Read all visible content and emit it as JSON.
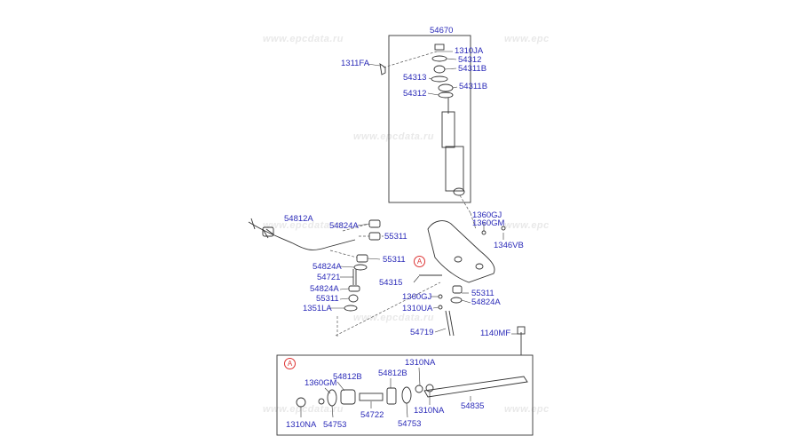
{
  "watermark": "www.epcdata.ru",
  "watermark_short": "www.epc",
  "section_marker": "A",
  "labels": {
    "p54670": "54670",
    "p1310JA": "1310JA",
    "p1311FA": "1311FA",
    "p54312a": "54312",
    "p54311Ba": "54311B",
    "p54313": "54313",
    "p54311Bb": "54311B",
    "p54312b": "54312",
    "p54812A": "54812A",
    "p54824Aa": "54824A",
    "p55311a": "55311",
    "p1360GJa": "1360GJ",
    "p1360GMa": "1360GM",
    "p1346VB": "1346VB",
    "p55311b": "55311",
    "p54824Ab": "54824A",
    "p54721": "54721",
    "p54315": "54315",
    "p54824Ac": "54824A",
    "p55311c": "55311",
    "p55311d": "55311",
    "p1351LA": "1351LA",
    "p1360GJb": "1360GJ",
    "p1310UA": "1310UA",
    "p54824Ad": "54824A",
    "p54719": "54719",
    "p1140MF": "1140MF",
    "p1310NAa": "1310NA",
    "p54812Ba": "54812B",
    "p54812Bb": "54812B",
    "p1360GMb": "1360GM",
    "p54835": "54835",
    "p54722": "54722",
    "p1310NAb": "1310NA",
    "p1310NAc": "1310NA",
    "p54753a": "54753",
    "p54753b": "54753"
  },
  "colors": {
    "label": "#2a2ab8",
    "line": "#333333",
    "marker": "#dd3333",
    "watermark": "#e9e9e9"
  }
}
